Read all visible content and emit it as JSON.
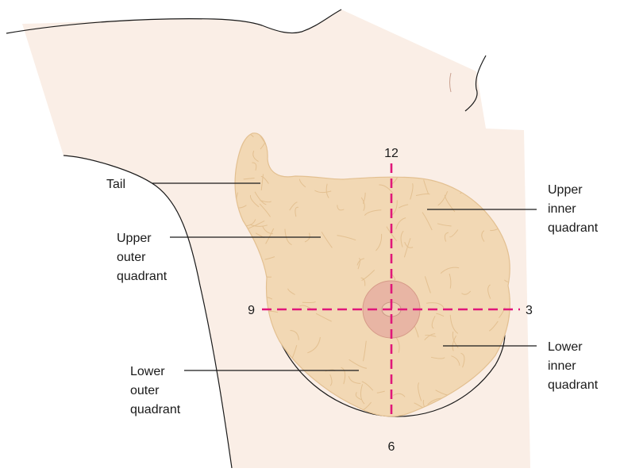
{
  "colors": {
    "skin": "#faeee6",
    "skin_outline": "#1a1a1a",
    "gland": "#f2d8b4",
    "gland_outline": "#e3c091",
    "areola": "#e8b5a4",
    "nipple": "#f0cdb4",
    "axis": "#e0177a"
  },
  "clock": {
    "top": "12",
    "bottom": "6",
    "left": "9",
    "right": "3"
  },
  "labels": {
    "tail": "Tail",
    "upper_outer": [
      "Upper",
      "outer",
      "quadrant"
    ],
    "lower_outer": [
      "Lower",
      "outer",
      "quadrant"
    ],
    "upper_inner": [
      "Upper",
      "inner",
      "quadrant"
    ],
    "lower_inner": [
      "Lower",
      "inner",
      "quadrant"
    ]
  }
}
